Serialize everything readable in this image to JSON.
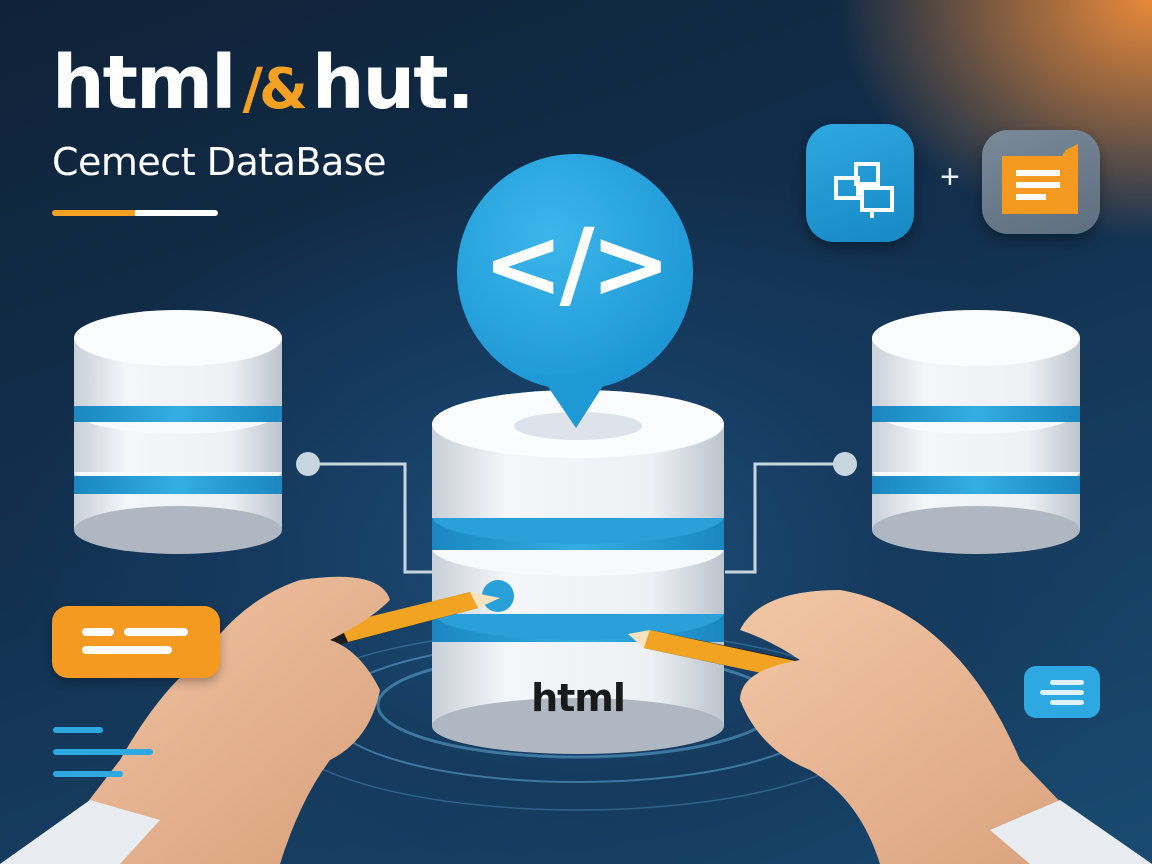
{
  "header": {
    "brand_left": "html",
    "brand_mark": "/&",
    "brand_right": "hut.",
    "subtitle": "Cemect DataBase"
  },
  "top_right": {
    "left_icon": "layout-blocks-icon",
    "plus": "+",
    "right_icon": "note-card-icon"
  },
  "center": {
    "bubble_icon": "code-brackets-icon",
    "bubble_symbol": "</>",
    "database_label": "html"
  },
  "colors": {
    "accent_orange": "#f49a21",
    "accent_blue": "#2ea8e0",
    "background_navy": "#12304f",
    "disk_white": "#eef1f4"
  }
}
